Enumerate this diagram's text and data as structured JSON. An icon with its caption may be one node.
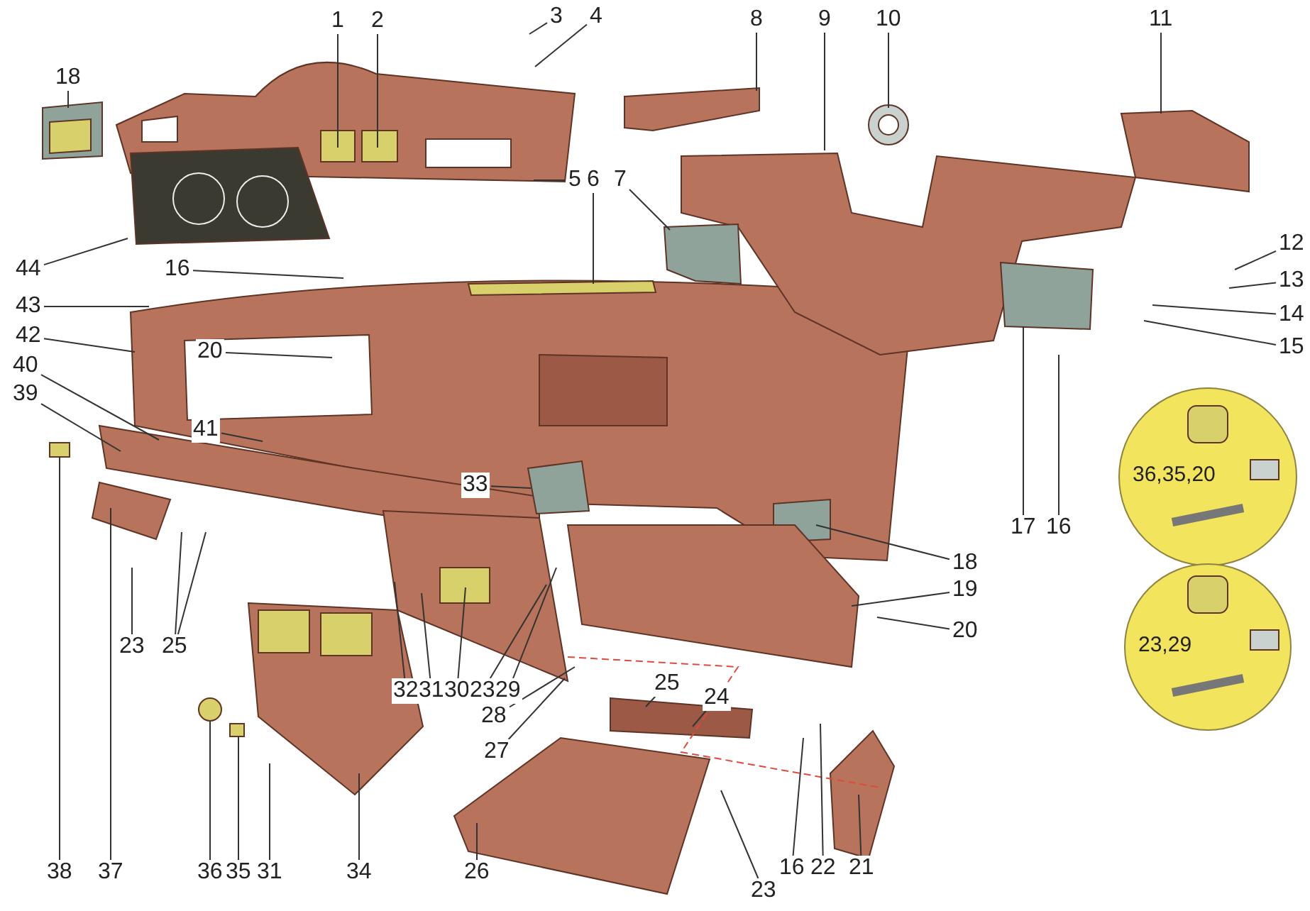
{
  "diagram": {
    "nodes": [
      {
        "text": [
          "1"
        ]
      },
      {
        "text": [
          "2"
        ]
      },
      {
        "text": [
          "3"
        ]
      },
      {
        "text": [
          "4"
        ]
      },
      {
        "text": [
          "8"
        ]
      },
      {
        "text": [
          "9"
        ]
      },
      {
        "text": [
          "10"
        ]
      },
      {
        "text": [
          "11"
        ]
      },
      {
        "text": [
          "18"
        ]
      },
      {
        "text": [
          "5"
        ]
      },
      {
        "text": [
          "6"
        ]
      },
      {
        "text": [
          "7"
        ]
      },
      {
        "text": [
          "44"
        ]
      },
      {
        "text": [
          "16"
        ]
      },
      {
        "text": [
          "12"
        ]
      },
      {
        "text": [
          "13"
        ]
      },
      {
        "text": [
          "14"
        ]
      },
      {
        "text": [
          "15"
        ]
      },
      {
        "text": [
          "43"
        ]
      },
      {
        "text": [
          "42"
        ]
      },
      {
        "text": [
          "20"
        ]
      },
      {
        "text": [
          "40"
        ]
      },
      {
        "text": [
          "39"
        ]
      },
      {
        "text": [
          "41"
        ]
      },
      {
        "text": [
          "17"
        ]
      },
      {
        "text": [
          "16"
        ]
      },
      {
        "text": [
          "36,35,20"
        ]
      },
      {
        "text": [
          "33"
        ]
      },
      {
        "text": [
          "18"
        ]
      },
      {
        "text": [
          "19"
        ]
      },
      {
        "text": [
          "20"
        ]
      },
      {
        "text": [
          "23,29"
        ]
      },
      {
        "text": [
          "23"
        ]
      },
      {
        "text": [
          "25"
        ]
      },
      {
        "text": [
          "32"
        ]
      },
      {
        "text": [
          "31"
        ]
      },
      {
        "text": [
          "30"
        ]
      },
      {
        "text": [
          "23"
        ]
      },
      {
        "text": [
          "29"
        ]
      },
      {
        "text": [
          "28"
        ]
      },
      {
        "text": [
          "25"
        ]
      },
      {
        "text": [
          "24"
        ]
      },
      {
        "text": [
          "27"
        ]
      },
      {
        "text": [
          "38"
        ]
      },
      {
        "text": [
          "37"
        ]
      },
      {
        "text": [
          "36"
        ]
      },
      {
        "text": [
          "35"
        ]
      },
      {
        "text": [
          "31"
        ]
      },
      {
        "text": [
          "34"
        ]
      },
      {
        "text": [
          "26"
        ]
      },
      {
        "text": [
          "16"
        ]
      },
      {
        "text": [
          "22"
        ]
      },
      {
        "text": [
          "21"
        ]
      },
      {
        "text": [
          "23"
        ]
      }
    ],
    "edges": [
      {
        "from": 0,
        "to": null,
        "arrow": "none"
      },
      {
        "from": 1,
        "to": null,
        "arrow": "none"
      },
      {
        "from": 2,
        "to": null,
        "arrow": "none"
      },
      {
        "from": 3,
        "to": null,
        "arrow": "none"
      },
      {
        "from": 4,
        "to": null,
        "arrow": "none"
      },
      {
        "from": 5,
        "to": null,
        "arrow": "none"
      },
      {
        "from": 6,
        "to": null,
        "arrow": "none"
      },
      {
        "from": 7,
        "to": null,
        "arrow": "none"
      },
      {
        "from": 8,
        "to": null,
        "arrow": "none"
      },
      {
        "from": 9,
        "to": null,
        "arrow": "none"
      },
      {
        "from": 10,
        "to": null,
        "arrow": "none"
      },
      {
        "from": 11,
        "to": null,
        "arrow": "none"
      },
      {
        "from": 12,
        "to": null,
        "arrow": "none"
      },
      {
        "from": 13,
        "to": null,
        "arrow": "none"
      },
      {
        "from": 14,
        "to": null,
        "arrow": "none"
      },
      {
        "from": 15,
        "to": null,
        "arrow": "none"
      },
      {
        "from": 16,
        "to": null,
        "arrow": "none"
      },
      {
        "from": 17,
        "to": null,
        "arrow": "none"
      },
      {
        "from": 18,
        "to": null,
        "arrow": "none"
      },
      {
        "from": 19,
        "to": null,
        "arrow": "none"
      },
      {
        "from": 20,
        "to": null,
        "arrow": "none"
      },
      {
        "from": 21,
        "to": null,
        "arrow": "none"
      },
      {
        "from": 22,
        "to": null,
        "arrow": "none"
      },
      {
        "from": 23,
        "to": null,
        "arrow": "none"
      },
      {
        "from": 24,
        "to": null,
        "arrow": "none"
      },
      {
        "from": 25,
        "to": null,
        "arrow": "none"
      },
      {
        "from": 27,
        "to": null,
        "arrow": "none"
      },
      {
        "from": 28,
        "to": null,
        "arrow": "none"
      },
      {
        "from": 29,
        "to": null,
        "arrow": "none"
      },
      {
        "from": 30,
        "to": null,
        "arrow": "none"
      },
      {
        "from": 32,
        "to": null,
        "arrow": "none"
      },
      {
        "from": 33,
        "to": null,
        "arrow": "none"
      },
      {
        "from": 33,
        "to": null,
        "arrow": "none"
      },
      {
        "from": 34,
        "to": null,
        "arrow": "none"
      },
      {
        "from": 35,
        "to": null,
        "arrow": "none"
      },
      {
        "from": 36,
        "to": null,
        "arrow": "none"
      },
      {
        "from": 37,
        "to": null,
        "arrow": "none"
      },
      {
        "from": 38,
        "to": null,
        "arrow": "none"
      },
      {
        "from": 39,
        "to": null,
        "arrow": "none"
      },
      {
        "from": 40,
        "to": null,
        "arrow": "none"
      },
      {
        "from": 41,
        "to": null,
        "arrow": "none"
      },
      {
        "from": 42,
        "to": null,
        "arrow": "none"
      },
      {
        "from": 43,
        "to": null,
        "arrow": "none"
      },
      {
        "from": 44,
        "to": null,
        "arrow": "none"
      },
      {
        "from": 45,
        "to": null,
        "arrow": "none"
      },
      {
        "from": 46,
        "to": null,
        "arrow": "none"
      },
      {
        "from": 47,
        "to": null,
        "arrow": "none"
      },
      {
        "from": 48,
        "to": null,
        "arrow": "none"
      },
      {
        "from": 49,
        "to": null,
        "arrow": "none"
      },
      {
        "from": 50,
        "to": null,
        "arrow": "none"
      },
      {
        "from": 51,
        "to": null,
        "arrow": "none"
      },
      {
        "from": 52,
        "to": null,
        "arrow": "none"
      },
      {
        "from": 53,
        "to": null,
        "arrow": "none"
      }
    ]
  }
}
